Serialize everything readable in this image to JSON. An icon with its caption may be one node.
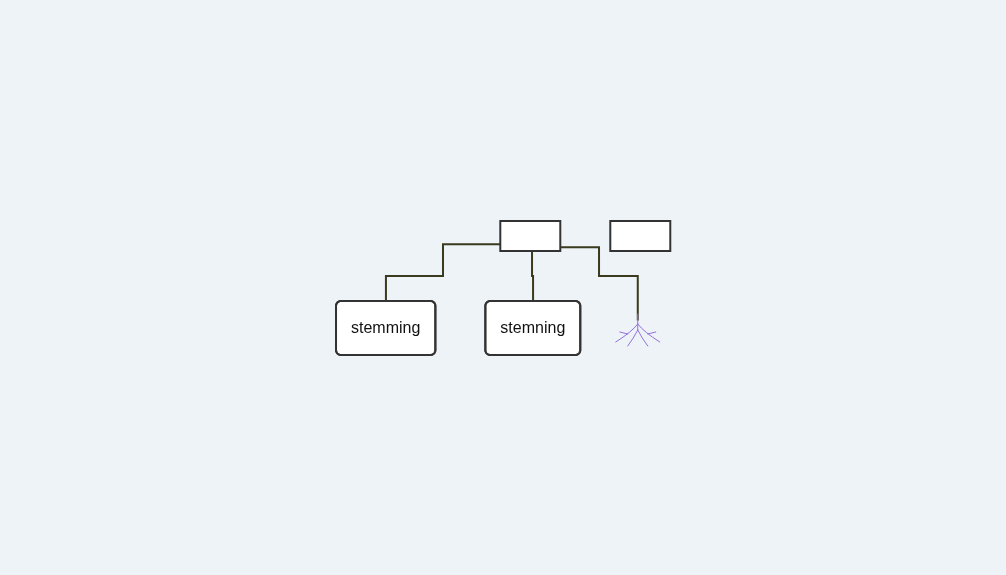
{
  "diagram": {
    "nodes": [
      {
        "text": [],
        "shape": "box"
      },
      {
        "text": [],
        "shape": "box"
      },
      {
        "text": [
          "stemming"
        ]
      },
      {
        "text": [
          "stemning"
        ]
      },
      {
        "text": [],
        "shape": "picture"
      }
    ],
    "edges": [
      {
        "from": 0,
        "to": 2,
        "arrow": "none"
      },
      {
        "from": 0,
        "to": 3,
        "arrow": "none"
      },
      {
        "from": 0,
        "to": 4,
        "arrow": "none"
      }
    ]
  }
}
